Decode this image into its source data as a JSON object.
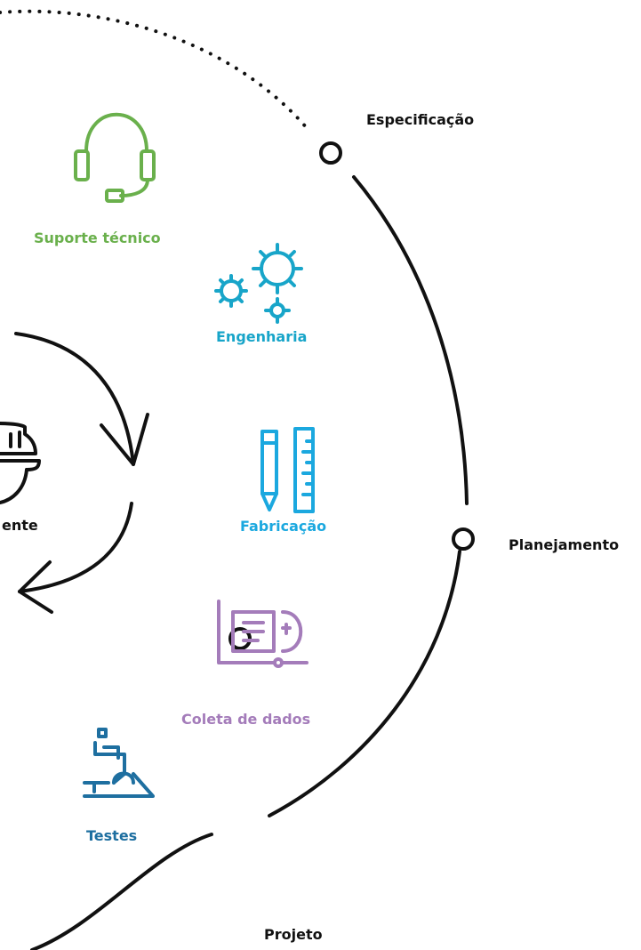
{
  "colors": {
    "cycle": "#111111",
    "support": "#6ab04c",
    "engineering": "#18a5c9",
    "fabrication": "#1ba8df",
    "data_collection": "#a47cba",
    "tests": "#1e6fa0"
  },
  "stages": [
    {
      "label": "Especificação"
    },
    {
      "label": "Planejamento"
    },
    {
      "label": "Projeto"
    }
  ],
  "services": [
    {
      "label": "Suporte técnico",
      "icon": "headset-icon"
    },
    {
      "label": "Engenharia",
      "icon": "gears-icon"
    },
    {
      "label": "Fabricação",
      "icon": "pencil-ruler-icon"
    },
    {
      "label": "Coleta de dados",
      "icon": "document-chart-icon"
    },
    {
      "label": "Testes",
      "icon": "microscope-icon"
    }
  ],
  "client": {
    "label": "ente",
    "icon": "hard-hat-icon"
  }
}
